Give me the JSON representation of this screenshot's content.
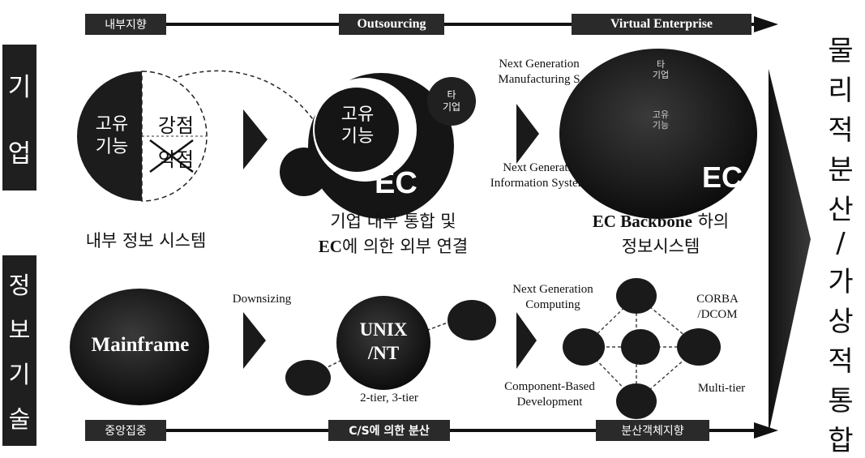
{
  "top_stages": [
    "내부지향",
    "Outsourcing",
    "Virtual Enterprise"
  ],
  "bottom_stages": [
    "중앙집중",
    "C/S에 의한 분산",
    "분산객체지향"
  ],
  "side_labels": {
    "enterprise": [
      "기",
      "업"
    ],
    "it": [
      "정",
      "보",
      "기",
      "술"
    ]
  },
  "enterprise": {
    "stage1": {
      "core": [
        "고유",
        "기능"
      ],
      "strength": "강점",
      "weakness": "약점",
      "caption": "내부 정보 시스템"
    },
    "stage2": {
      "core": [
        "고유",
        "기능"
      ],
      "partner": [
        "타",
        "기업"
      ],
      "ec": "EC",
      "caption_line1": "기업 내부 통합 및",
      "caption_line2_bold": "EC",
      "caption_line2_rest": "에 의한 외부 연결"
    },
    "stage3": {
      "ngms": [
        "Next Generation",
        "Manufacturing S"
      ],
      "ngis": [
        "Next Generati",
        "Information Systen"
      ],
      "inner_top": [
        "타",
        "기업"
      ],
      "inner_mid": [
        "고유",
        "기능"
      ],
      "ec": "EC",
      "caption_line1_bold": "EC Backbone",
      "caption_line1_rest": " 하의",
      "caption_line2": "정보시스템"
    }
  },
  "it": {
    "mainframe": "Mainframe",
    "downsizing": "Downsizing",
    "unix": [
      "UNIX",
      "/NT"
    ],
    "tier": "2-tier, 3-tier",
    "ngc": [
      "Next Generation",
      "Computing"
    ],
    "cbd": [
      "Component-Based",
      "Development"
    ],
    "corba": [
      "CORBA",
      "/DCOM"
    ],
    "multitier": "Multi-tier"
  },
  "right_text": [
    "물",
    "리",
    "적",
    "분",
    "산",
    "/",
    "가",
    "상",
    "적",
    "통",
    "합"
  ]
}
